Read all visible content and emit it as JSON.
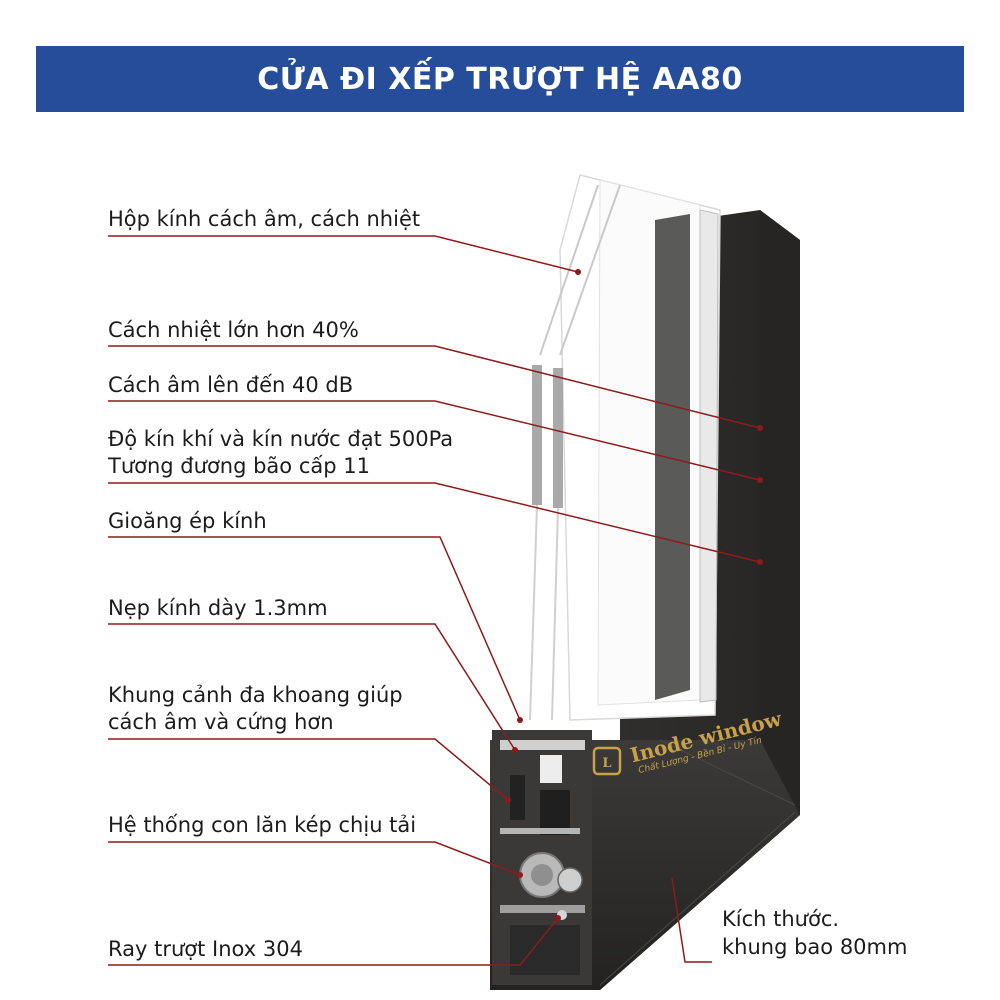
{
  "header": {
    "title": "CỬA ĐI XẾP TRƯỢT HỆ AA80"
  },
  "labels": {
    "insulated_glass": "Hộp kính cách âm, cách nhiệt",
    "thermal": "Cách nhiệt lớn hơn 40%",
    "acoustic": "Cách âm lên đến 40 dB",
    "airtight_line1": "Độ kín khí và kín nước đạt 500Pa",
    "airtight_line2": "Tương đương bão cấp 11",
    "gasket": "Gioăng ép kính",
    "glazing_bead": "Nẹp kính dày 1.3mm",
    "sash_line1": "Khung cảnh đa khoang giúp",
    "sash_line2": "cách âm và cứng hơn",
    "rollers": "Hệ thống con lăn kép chịu tải",
    "rail": "Ray trượt Inox 304",
    "size_line1": "Kích thước.",
    "size_line2": "khung bao 80mm"
  },
  "brand": {
    "name": "Inode window",
    "tagline": "Chất Lượng - Bền Bỉ - Uy Tín"
  },
  "colors": {
    "banner": "#254d9a",
    "leader_line": "#8e1a1a",
    "frame": "#2b2a29",
    "logo_gold": "#c9a14a"
  },
  "icons": {
    "logo": "inode-window-logo"
  }
}
